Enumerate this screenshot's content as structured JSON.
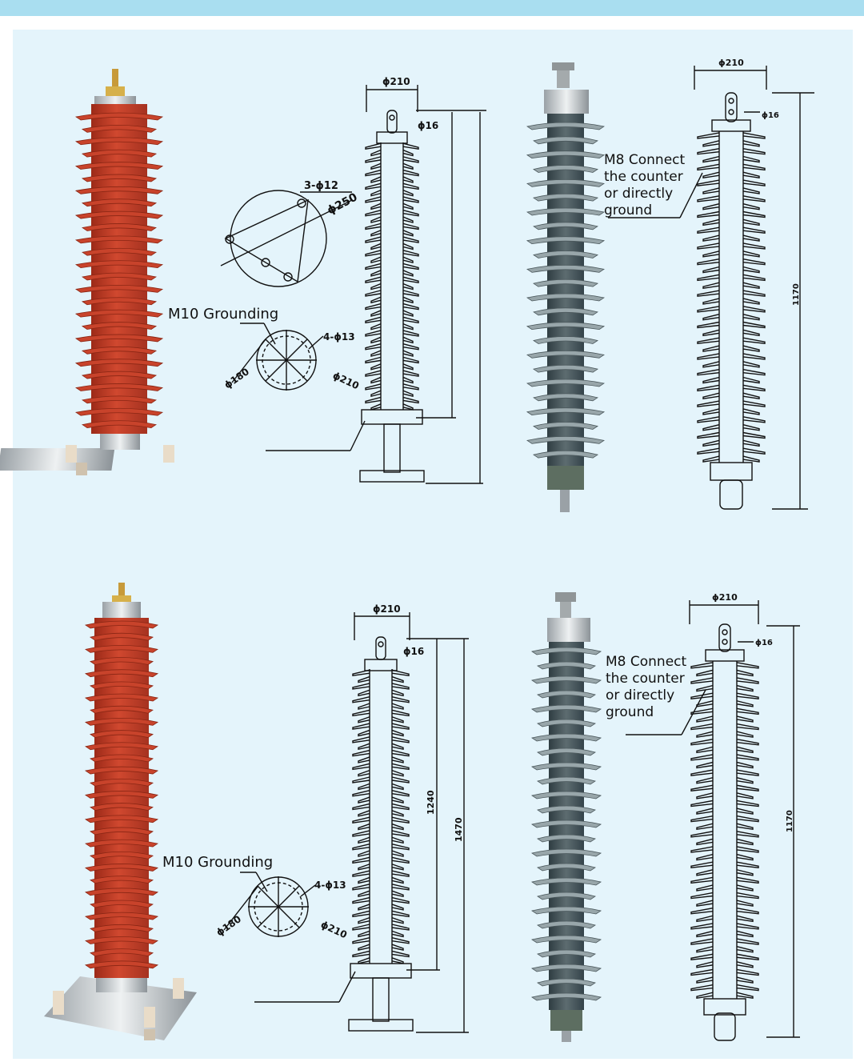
{
  "labels": {
    "m10_grounding": "M10 Grounding",
    "m8_lines": [
      "M8 Connect",
      "the counter",
      "or directly",
      "ground"
    ]
  },
  "dimensions": {
    "phi210": "ϕ210",
    "phi16": "ϕ16",
    "three_phi12": "3-ϕ12",
    "phi250": "ϕ250",
    "four_phi13": "4-ϕ13",
    "phi180": "ϕ180",
    "h1170": "1170",
    "h1240": "1240",
    "h1470": "1470"
  },
  "colors": {
    "band": "#a9def0",
    "panel": "#e4f4fb",
    "porcelain_red": "#c9402a",
    "polymer_grey": "#8f9ea2"
  }
}
